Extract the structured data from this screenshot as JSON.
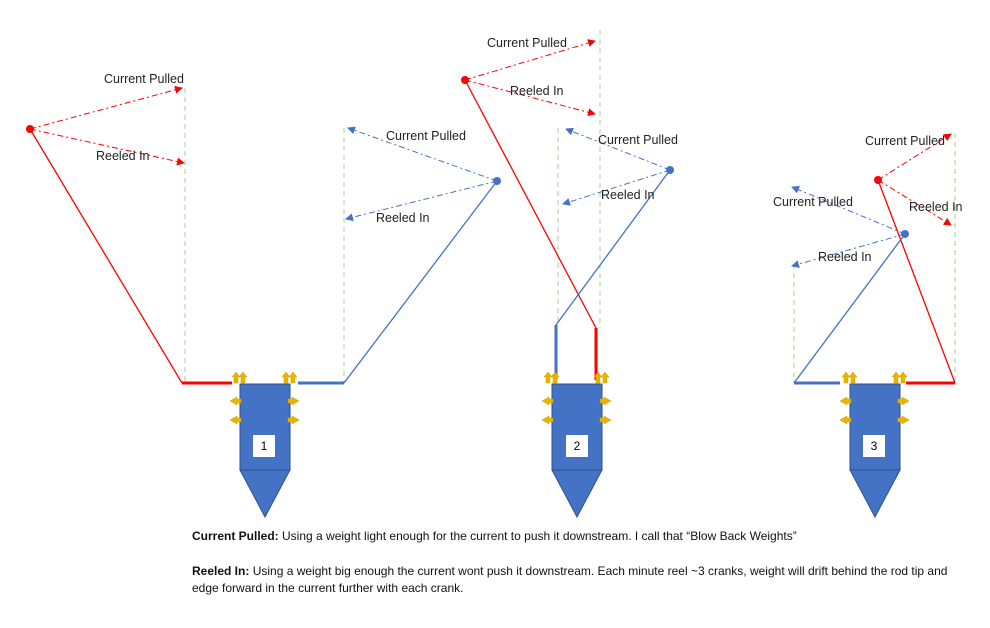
{
  "colors": {
    "red": "#ff0000",
    "blue": "#4472c4",
    "green_guide": "#a9d18e",
    "boat": "#4472c4",
    "arrow_yellow": "#e8b400"
  },
  "boats": [
    {
      "number": "1",
      "labels": {
        "red_current": "Current Pulled",
        "red_reeled": "Reeled In",
        "blue_current": "Current Pulled",
        "blue_reeled": "Reeled In"
      }
    },
    {
      "number": "2",
      "labels": {
        "red_current": "Current Pulled",
        "red_reeled": "Reeled In",
        "blue_current": "Current Pulled",
        "blue_reeled": "Reeled In"
      }
    },
    {
      "number": "3",
      "labels": {
        "red_current": "Current Pulled",
        "red_reeled": "Reeled In",
        "blue_current": "Current Pulled",
        "blue_reeled": "Reeled In"
      }
    }
  ],
  "legend": {
    "current_term": "Current Pulled:",
    "current_text": " Using a weight light enough for the current to push it downstream. I call that “Blow Back Weights”",
    "reeled_term": "Reeled In:",
    "reeled_text": " Using a weight big enough the current wont push it downstream. Each minute reel ~3 cranks, weight will drift behind the rod tip and edge forward in the current further with each crank."
  }
}
